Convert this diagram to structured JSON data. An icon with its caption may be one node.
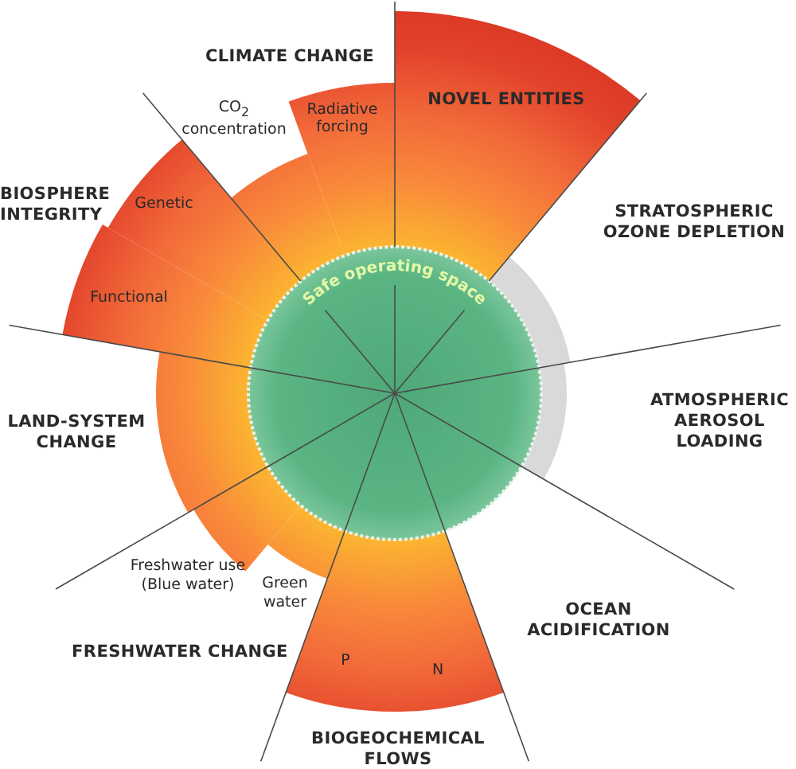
{
  "diagram": {
    "nodes": [
      {
        "text": [
          "NOVEL ENTITIES"
        ]
      },
      {
        "text": [
          "Radiative forcing"
        ]
      },
      {
        "text": [
          "Genetic"
        ]
      },
      {
        "text": [
          "Functional"
        ]
      },
      {
        "text": [
          "Safe operating space"
        ]
      },
      {
        "text": [
          "P"
        ]
      },
      {
        "text": [
          "N"
        ]
      }
    ],
    "labels": [
      "CLIMATE CHANGE",
      "CO$_{2}$ concentration",
      "STRATOSPHERIC OZONE DEPLETION",
      "BIOSPHERE INTEGRITY",
      "ATMOSPHERIC AEROSOL LOADING",
      "LAND-SYSTEM CHANGE",
      "Freshwater use (Blue water)",
      "Green water",
      "OCEAN ACIDIFICATION",
      "FRESHWATER CHANGE",
      "BIOGEOCHEMICAL FLOWS"
    ]
  }
}
